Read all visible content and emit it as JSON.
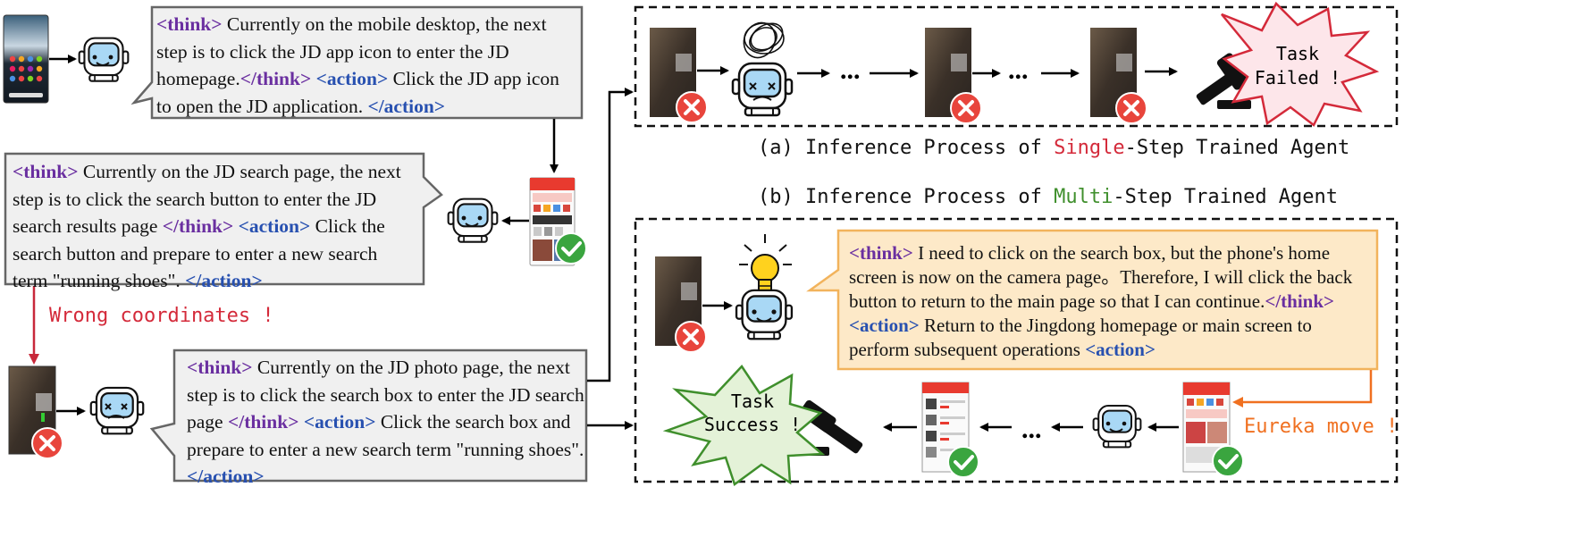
{
  "bubbles": {
    "top": {
      "think_open": "<think>",
      "think_text": " Currently on the mobile desktop, the next step is to click the JD app icon to enter the JD homepage.",
      "think_close": "</think>",
      "action_open": " <action>",
      "action_text": " Click the JD app icon to open the JD application. ",
      "action_close": "</action>"
    },
    "middle": {
      "think_open": "<think>",
      "think_text": " Currently on the JD search page, the next step is to click the search button to enter the JD search results page ",
      "think_close": "</think>",
      "action_open": " <action>",
      "action_text": " Click the search button and prepare to enter a new search term \"running shoes\". ",
      "action_close": "</action>"
    },
    "bottom": {
      "think_open": "<think>",
      "think_text": " Currently on the JD photo page, the next step is to click the search box to enter the JD search page ",
      "think_close": "</think>",
      "action_open": " <action>",
      "action_text": " Click the search box and prepare to enter a new search term \"running shoes\". ",
      "action_close": "</action>"
    },
    "right": {
      "think_open": "<think>",
      "think_text": " I need to click on the search box, but the phone's home screen is now on the camera page。Therefore, I will click the back button to return to the main page so that I can continue.",
      "think_close": "</think>",
      "action_open": " <action>",
      "action_text": " Return to the Jingdong homepage or main screen to perform subsequent operations ",
      "action_close": "<action>"
    }
  },
  "captions": {
    "a": {
      "prefix": "(a) Inference Process of ",
      "highlight": "Single",
      "suffix": "-Step Trained Agent"
    },
    "b": {
      "prefix": "(b) Inference Process of ",
      "highlight": "Multi",
      "suffix": "-Step Trained Agent"
    }
  },
  "notes": {
    "wrong": "Wrong coordinates !",
    "eureka": "Eureka move !"
  },
  "outcomes": {
    "failed": {
      "line1": "Task",
      "line2": "Failed !"
    },
    "success": {
      "line1": "Task",
      "line2": "Success !"
    }
  },
  "ellipsis": "...",
  "colors": {
    "red": "#d42a3a",
    "green": "#3f8f2c",
    "orange": "#f07020",
    "purple": "#6a2fa0",
    "blue": "#2750b0",
    "bubble_fill": "#f0f0f0",
    "bubble_fill_right": "#fde9c8"
  }
}
